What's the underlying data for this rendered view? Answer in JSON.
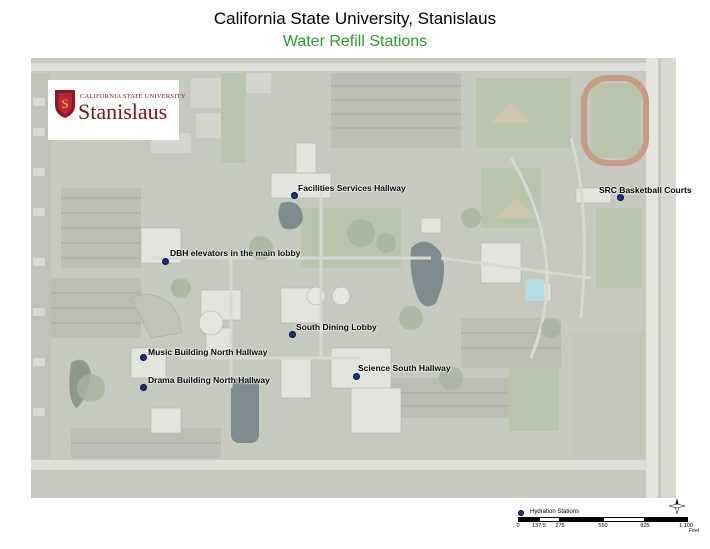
{
  "header": {
    "title": "California State University, Stanislaus",
    "subtitle": "Water Refill Stations"
  },
  "logo": {
    "top_text": "CALIFORNIA STATE UNIVERSITY",
    "wordmark": "Stanislaus"
  },
  "stations": [
    {
      "id": "facilities",
      "label": "Facilities Services Hallway"
    },
    {
      "id": "src",
      "label": "SRC Basketball Courts"
    },
    {
      "id": "dbh",
      "label": "DBH elevators in the main lobby"
    },
    {
      "id": "dining",
      "label": "South Dining Lobby"
    },
    {
      "id": "music",
      "label": "Music Building North Hallway"
    },
    {
      "id": "science",
      "label": "Science South Hallway"
    },
    {
      "id": "drama",
      "label": "Drama Building North Hallway"
    }
  ],
  "legend": {
    "label": "Hydration Stations",
    "icon": "blue-dot-icon"
  },
  "scale": {
    "ticks": [
      "0",
      "137.5",
      "275",
      "550",
      "825",
      "1,100"
    ],
    "unit": "Feet"
  },
  "north_arrow": {
    "icon": "north-arrow-icon",
    "label": "N"
  },
  "colors": {
    "title": "#000000",
    "subtitle": "#2e9a2e",
    "station_dot": "#1c2f8a",
    "logo": "#7a1420"
  }
}
